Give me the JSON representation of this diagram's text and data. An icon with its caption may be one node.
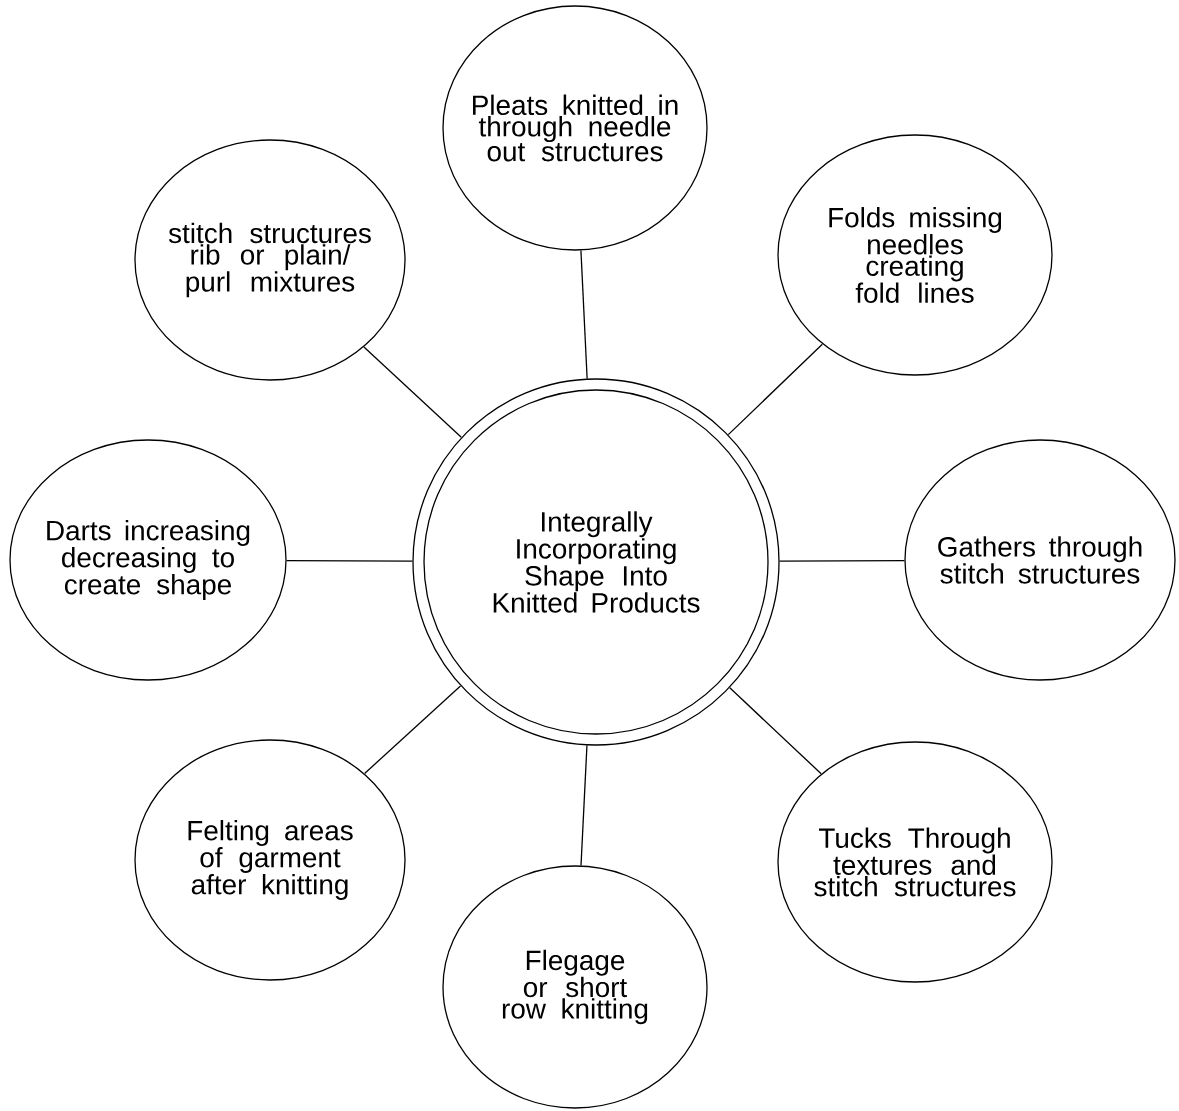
{
  "diagram": {
    "nodes": [
      {
        "text": [
          "Integrally Incorporating Shape Into Knitted Products"
        ]
      },
      {
        "text": [
          "Pleats knitted in through needle out structures"
        ]
      },
      {
        "text": [
          "stitch structures rib or plain/ purl mixtures"
        ]
      },
      {
        "text": [
          "Folds missing needles creating fold lines"
        ]
      },
      {
        "text": [
          "Darts increasing decreasing to create shape"
        ]
      },
      {
        "text": [
          "Gathers through stitch structures"
        ]
      },
      {
        "text": [
          "Felting areas of garment after knitting"
        ]
      },
      {
        "text": [
          "Tucks Through textures and stitch structures"
        ]
      },
      {
        "text": [
          "Flegage or short row knitting"
        ]
      }
    ],
    "edges": [
      {
        "from": 0,
        "to": 1,
        "arrow": "none"
      },
      {
        "from": 0,
        "to": 2,
        "arrow": "none"
      },
      {
        "from": 0,
        "to": 3,
        "arrow": "none"
      },
      {
        "from": 0,
        "to": 4,
        "arrow": "none"
      },
      {
        "from": 0,
        "to": 5,
        "arrow": "none"
      },
      {
        "from": 0,
        "to": 6,
        "arrow": "none"
      },
      {
        "from": 0,
        "to": 7,
        "arrow": "none"
      },
      {
        "from": 0,
        "to": 8,
        "arrow": "none"
      }
    ]
  }
}
